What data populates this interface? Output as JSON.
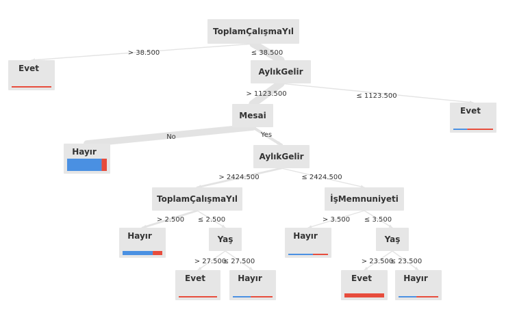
{
  "colors": {
    "node_bg": "#e6e6e6",
    "edge": "#e3e3e3",
    "bar_blue": "#4a90e2",
    "bar_red": "#e74c3c"
  },
  "nodes": [
    {
      "id": "n0",
      "label": "ToplamÇalışmaYıl",
      "bar": null
    },
    {
      "id": "n1",
      "label": "Evet",
      "bar": {
        "blue": 0.0,
        "red": 1.0,
        "thin": true
      }
    },
    {
      "id": "n2",
      "label": "AylıkGelir",
      "bar": null
    },
    {
      "id": "n3",
      "label": "Mesai",
      "bar": null
    },
    {
      "id": "n4",
      "label": "Evet",
      "bar": {
        "blue": 0.35,
        "red": 0.65,
        "thin": true
      }
    },
    {
      "id": "n5",
      "label": "Hayır",
      "bar": {
        "blue": 0.87,
        "red": 0.13,
        "thin": false
      }
    },
    {
      "id": "n6",
      "label": "AylıkGelir",
      "bar": null
    },
    {
      "id": "n7",
      "label": "ToplamÇalışmaYıl",
      "bar": null
    },
    {
      "id": "n8",
      "label": "İşMemnuniyeti",
      "bar": null
    },
    {
      "id": "n9",
      "label": "Hayır",
      "bar": {
        "blue": 0.76,
        "red": 0.24,
        "thin": false
      }
    },
    {
      "id": "n10",
      "label": "Yaş",
      "bar": null
    },
    {
      "id": "n11",
      "label": "Hayır",
      "bar": {
        "blue": 0.62,
        "red": 0.38,
        "thin": true
      }
    },
    {
      "id": "n12",
      "label": "Yaş",
      "bar": null
    },
    {
      "id": "n13",
      "label": "Evet",
      "bar": {
        "blue": 0.0,
        "red": 1.0,
        "thin": true
      }
    },
    {
      "id": "n14",
      "label": "Hayır",
      "bar": {
        "blue": 0.45,
        "red": 0.55,
        "thin": true
      }
    },
    {
      "id": "n15",
      "label": "Evet",
      "bar": {
        "blue": 0.0,
        "red": 1.0,
        "thin": false
      }
    },
    {
      "id": "n16",
      "label": "Hayır",
      "bar": {
        "blue": 0.45,
        "red": 0.55,
        "thin": true
      }
    }
  ],
  "edges": [
    {
      "from": "n0",
      "to": "n1",
      "label": "> 38.500",
      "weight": 1
    },
    {
      "from": "n0",
      "to": "n2",
      "label": "≤ 38.500",
      "weight": 8
    },
    {
      "from": "n2",
      "to": "n4",
      "label": "≤ 1123.500",
      "weight": 1
    },
    {
      "from": "n2",
      "to": "n3",
      "label": "> 1123.500",
      "weight": 8
    },
    {
      "from": "n3",
      "to": "n5",
      "label": "No",
      "weight": 7
    },
    {
      "from": "n3",
      "to": "n6",
      "label": "Yes",
      "weight": 3
    },
    {
      "from": "n6",
      "to": "n7",
      "label": "> 2424.500",
      "weight": 2
    },
    {
      "from": "n6",
      "to": "n8",
      "label": "≤ 2424.500",
      "weight": 1
    },
    {
      "from": "n7",
      "to": "n9",
      "label": "> 2.500",
      "weight": 2
    },
    {
      "from": "n7",
      "to": "n10",
      "label": "≤ 2.500",
      "weight": 1
    },
    {
      "from": "n10",
      "to": "n13",
      "label": "> 27.500",
      "weight": 1
    },
    {
      "from": "n10",
      "to": "n14",
      "label": "≤ 27.500",
      "weight": 1
    },
    {
      "from": "n8",
      "to": "n11",
      "label": "> 3.500",
      "weight": 1
    },
    {
      "from": "n8",
      "to": "n12",
      "label": "≤ 3.500",
      "weight": 1
    },
    {
      "from": "n12",
      "to": "n15",
      "label": "> 23.500",
      "weight": 1
    },
    {
      "from": "n12",
      "to": "n16",
      "label": "≤ 23.500",
      "weight": 1
    }
  ]
}
